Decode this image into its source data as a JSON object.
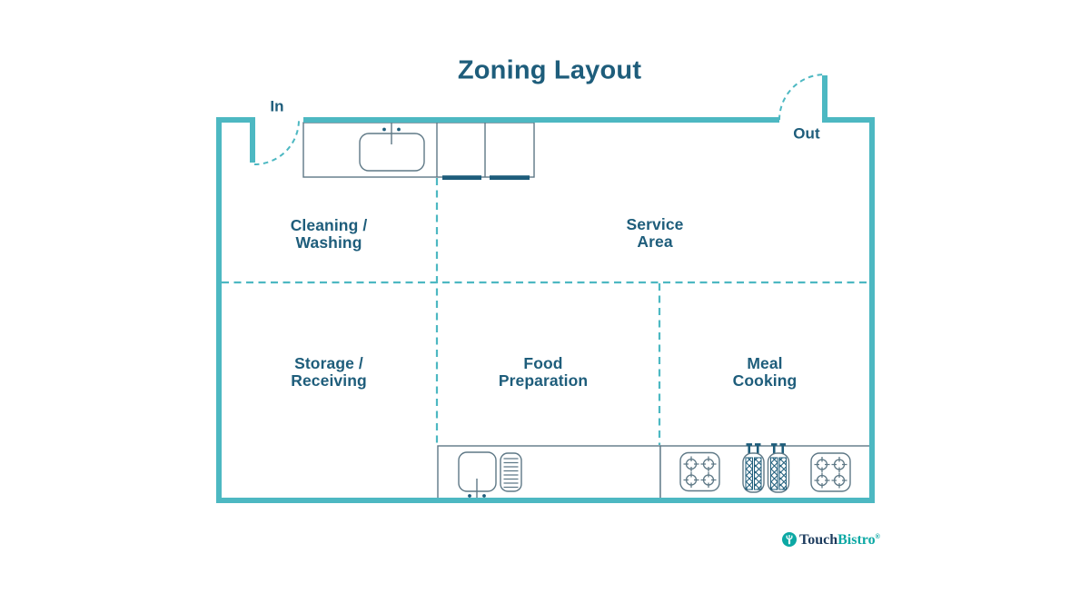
{
  "title": "Zoning Layout",
  "doors": {
    "in": "In",
    "out": "Out"
  },
  "zones": [
    {
      "id": "cleaning-washing",
      "label": "Cleaning /\nWashing"
    },
    {
      "id": "service-area",
      "label": "Service\nArea"
    },
    {
      "id": "storage-receiving",
      "label": "Storage /\nReceiving"
    },
    {
      "id": "food-preparation",
      "label": "Food\nPreparation"
    },
    {
      "id": "meal-cooking",
      "label": "Meal\nCooking"
    }
  ],
  "equipment_icons": [
    "wash-sink-icon",
    "dishwasher-icon",
    "dishwasher-icon",
    "prep-sink-icon",
    "drainboard-icon",
    "stove-icon",
    "fryer-icon",
    "fryer-icon",
    "stove-icon"
  ],
  "logo": {
    "brand_part1": "Touch",
    "brand_part2": "Bistro",
    "registered_mark": "®"
  },
  "colors": {
    "wall": "#4db8c2",
    "divider": "#4db8c2",
    "text": "#1e5d7b",
    "equipment_outline": "#5e7886",
    "equipment_dark": "#1e5d7b",
    "logo_navy": "#1d3c5e",
    "logo_teal": "#0ca8a4",
    "background": "#ffffff"
  }
}
